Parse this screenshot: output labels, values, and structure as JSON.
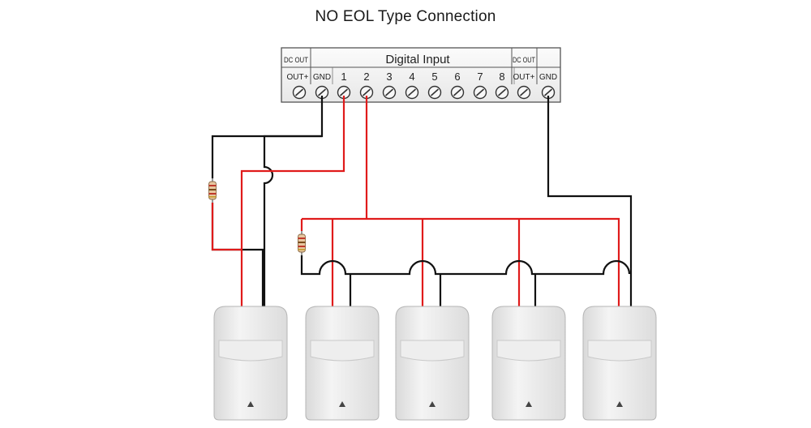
{
  "title": "NO EOL  Type Connection",
  "terminal_block": {
    "dc_out_left": "DC OUT",
    "digital_input": "Digital Input",
    "dc_out_right": "DC OUT",
    "terminals": [
      "OUT+",
      "GND",
      "1",
      "2",
      "3",
      "4",
      "5",
      "6",
      "7",
      "8",
      "OUT+",
      "GND"
    ]
  },
  "sensor_count": 5,
  "colors": {
    "signal_wire": "#e01b1b",
    "ground_wire": "#111111",
    "sensor_body": "#eeeeee"
  }
}
